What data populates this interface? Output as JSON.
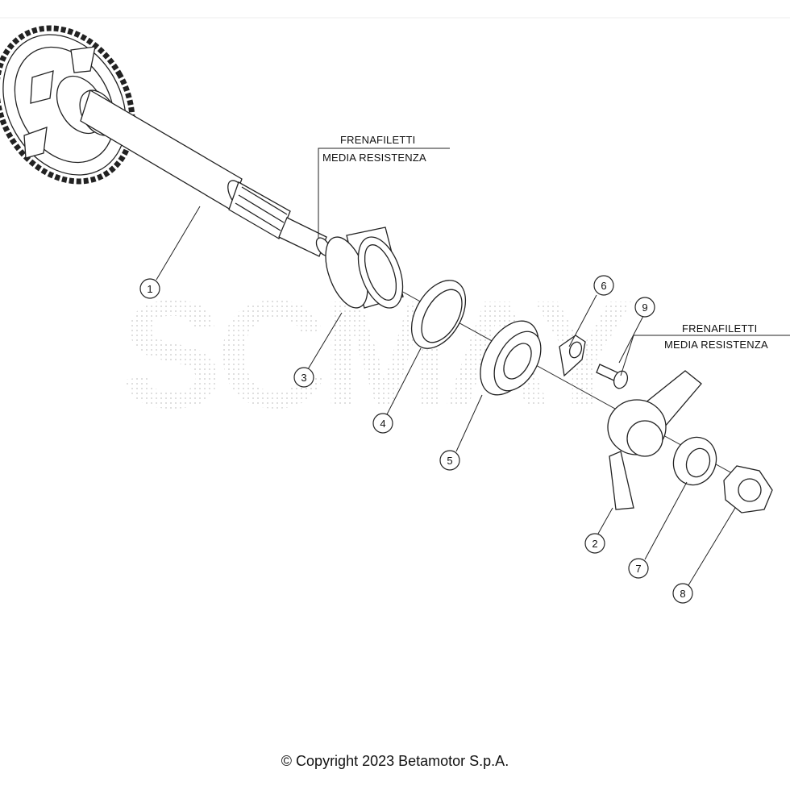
{
  "notes": {
    "threadlocker_1": {
      "line1": "FRENAFILETTI",
      "line2": "MEDIA RESISTENZA"
    },
    "threadlocker_2": {
      "line1": "FRENAFILETTI",
      "line2": "MEDIA RESISTENZA"
    }
  },
  "callouts": [
    "1",
    "2",
    "3",
    "4",
    "5",
    "6",
    "7",
    "8",
    "9"
  ],
  "watermark": "SCMAY",
  "copyright": "© Copyright 2023 Betamotor S.p.A."
}
